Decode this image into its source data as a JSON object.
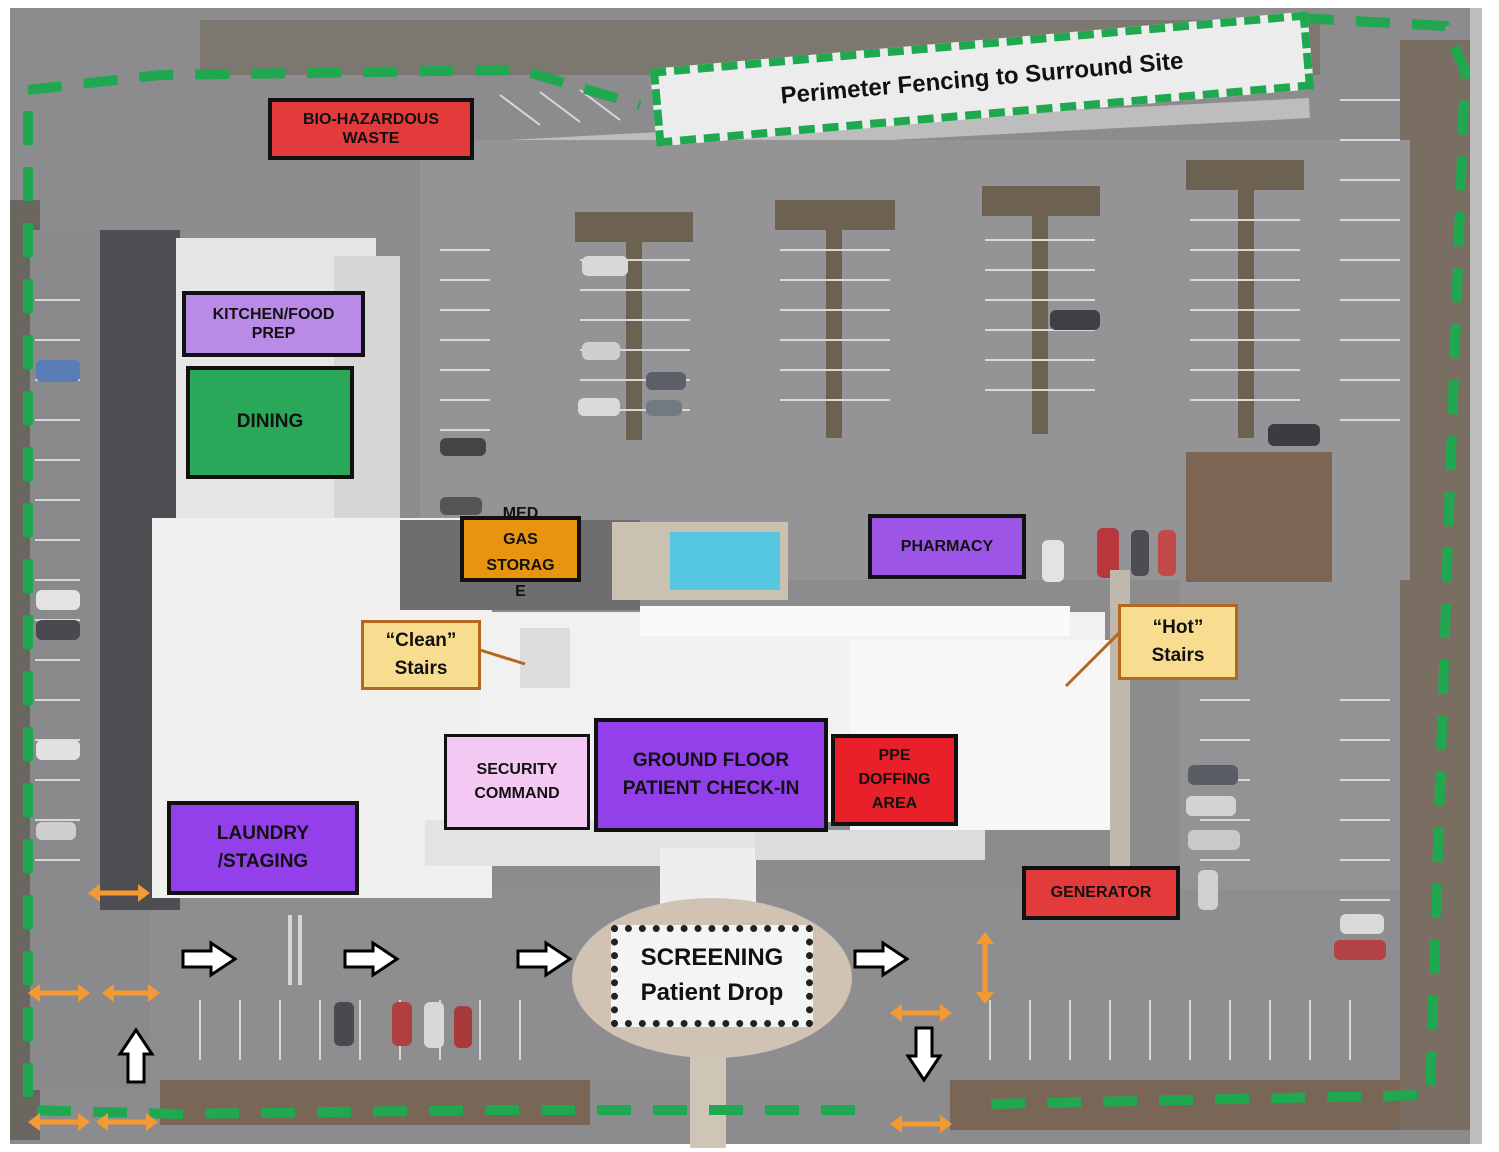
{
  "colors": {
    "fence": "#1fa84f",
    "red": "#e33b3b",
    "purple_light": "#b98be6",
    "purple": "#9340ea",
    "pink": "#f3c9f3",
    "green": "#2aa85a",
    "orange": "#e8940e",
    "tan": "#f8dc90",
    "tan_border": "#b5671b",
    "arrow_orange": "#f59a33"
  },
  "perimeter_label": "Perimeter Fencing to Surround Site",
  "labels": {
    "biohazard": "BIO-HAZARDOUS\nWASTE",
    "kitchen": "KITCHEN/FOOD\nPREP",
    "dining": "DINING",
    "med_gas": "MED\nGAS\nSTORAG\nE",
    "pharmacy": "PHARMACY",
    "clean_stairs": "“Clean”\nStairs",
    "hot_stairs": "“Hot”\nStairs",
    "security": "SECURITY\nCOMMAND",
    "checkin": "GROUND FLOOR\nPATIENT CHECK-IN",
    "ppe": "PPE\nDOFFING\nAREA",
    "laundry": "LAUNDRY\n/STAGING",
    "generator": "GENERATOR",
    "screening_title": "SCREENING",
    "screening_sub": "Patient Drop"
  },
  "icons": {
    "flow_arrow": "right-arrow-icon",
    "entry_arrow": "up-arrow-icon",
    "exit_arrow": "down-arrow-icon",
    "gate": "double-headed-arrow-icon"
  }
}
